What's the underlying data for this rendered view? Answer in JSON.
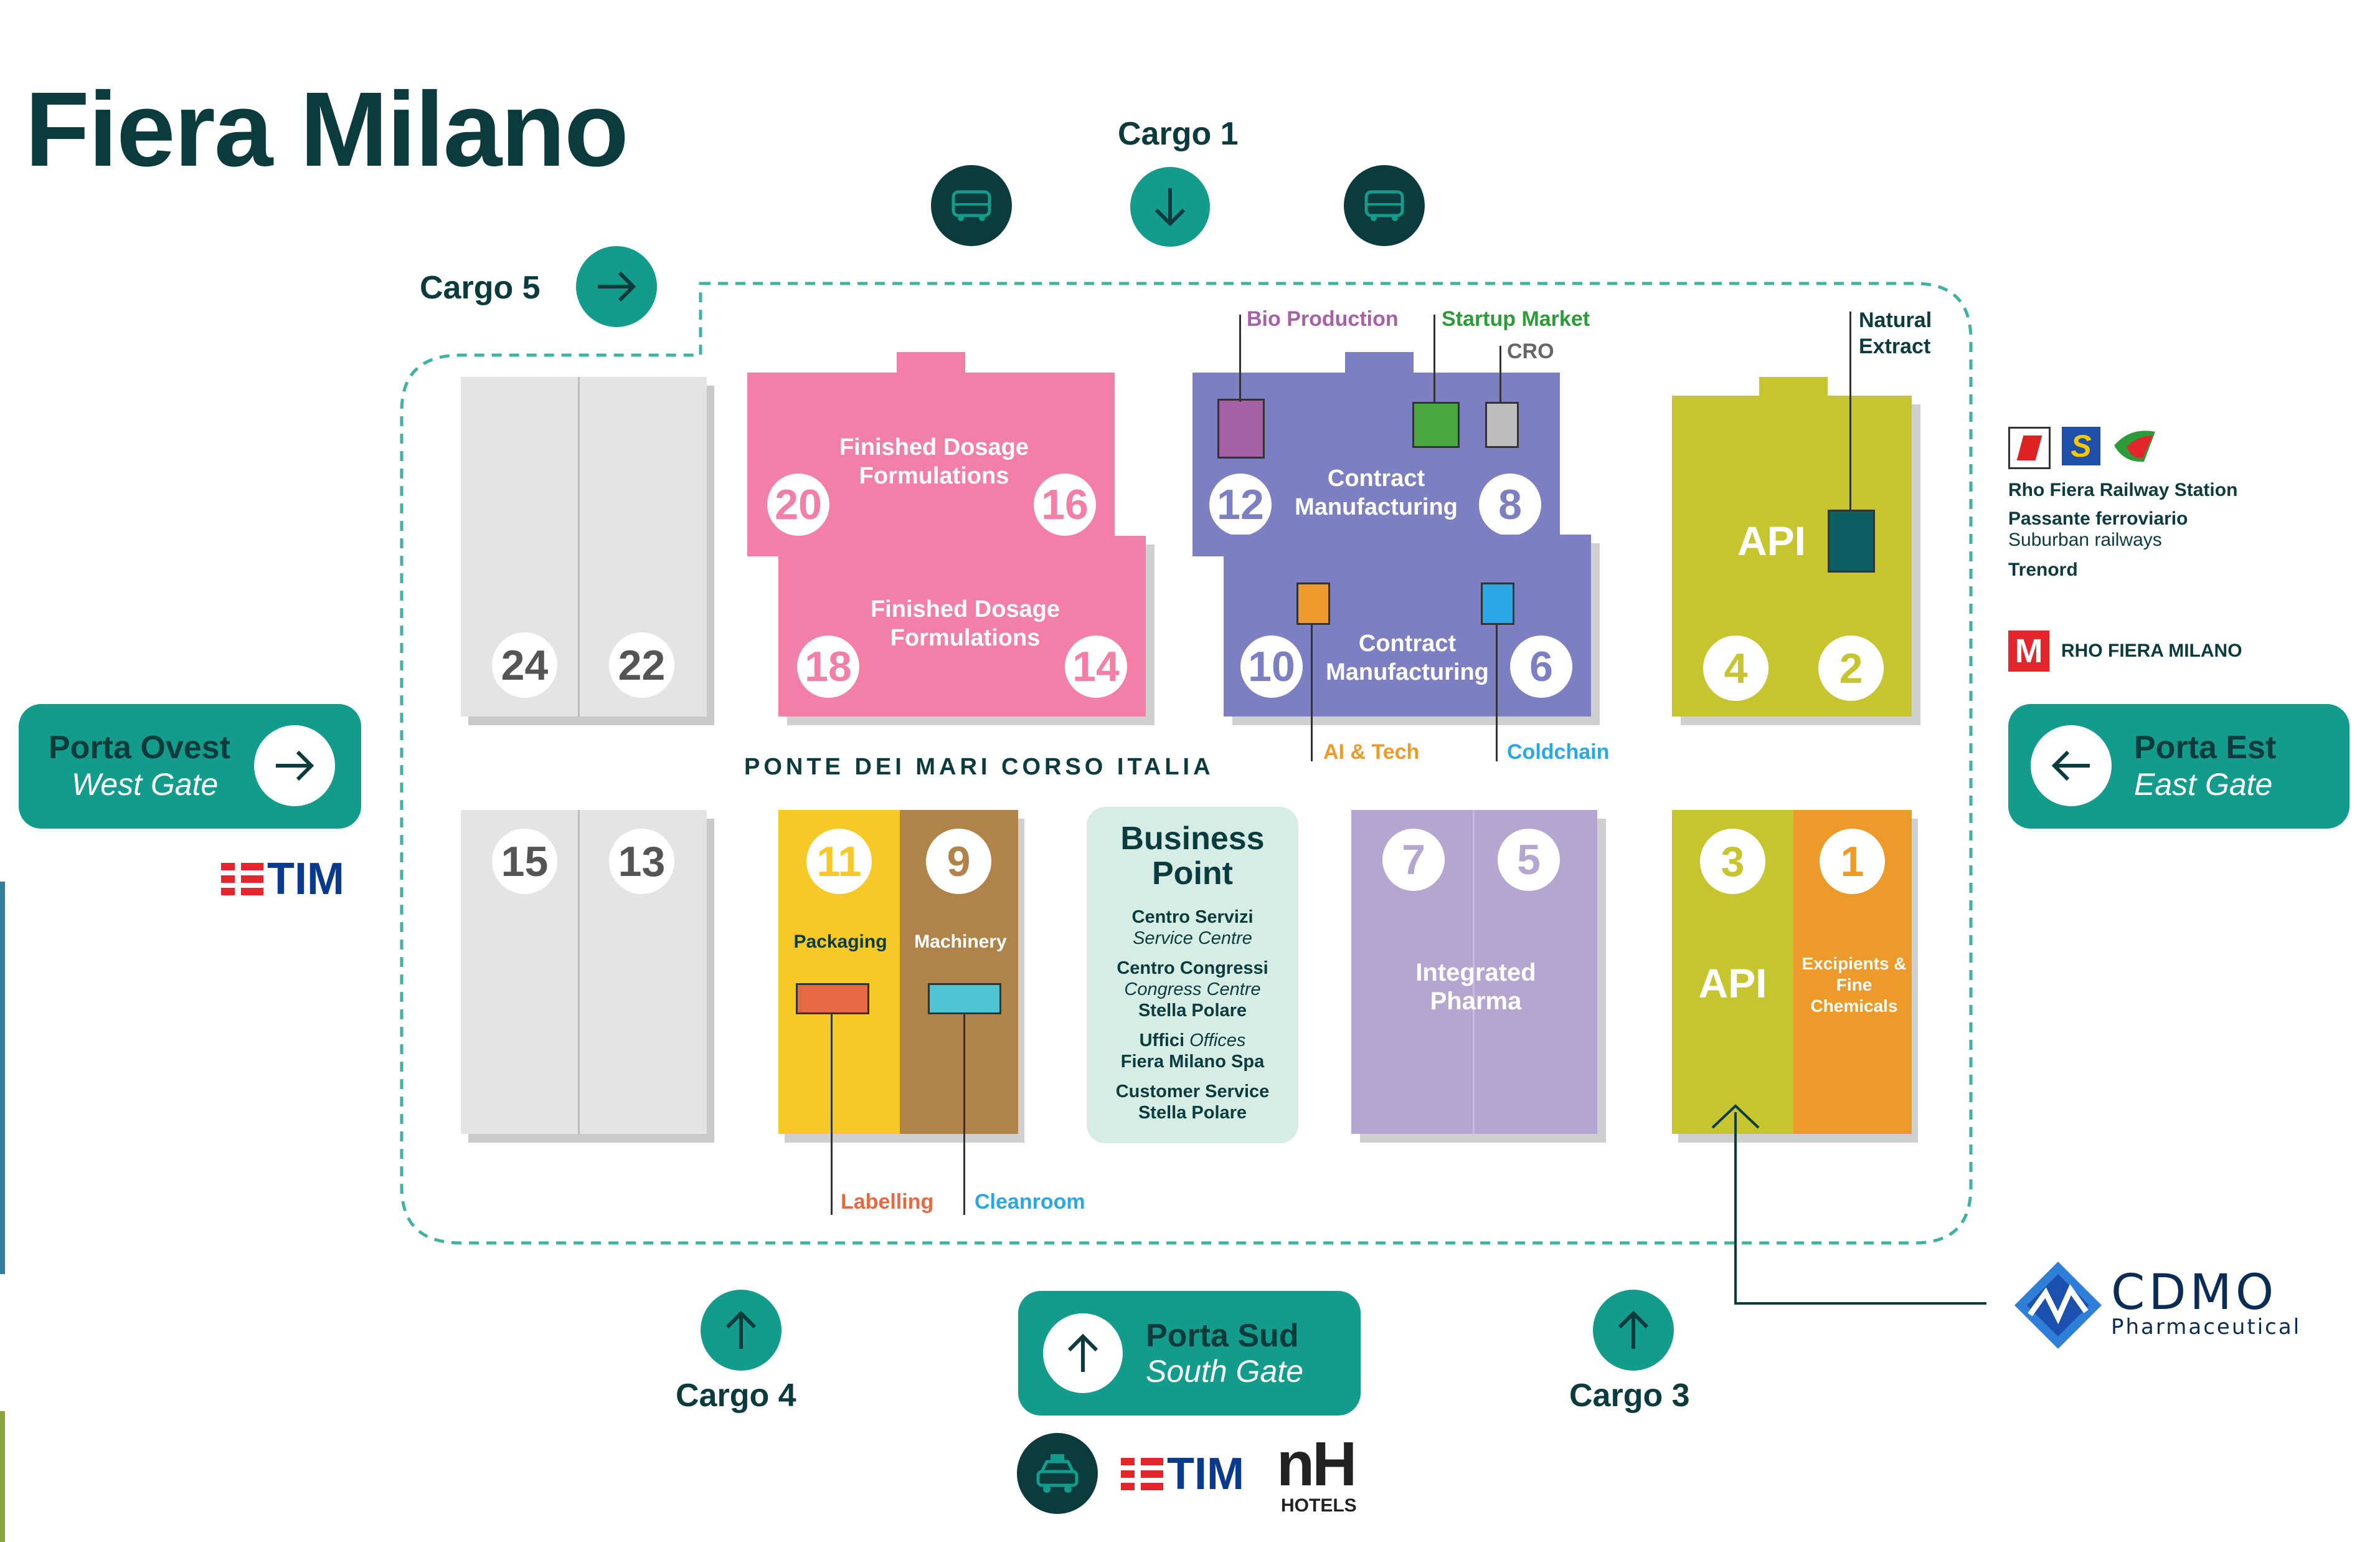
{
  "title": "Fiera Milano",
  "cargo": {
    "c1": "Cargo 1",
    "c3": "Cargo 3",
    "c4": "Cargo 4",
    "c5": "Cargo 5"
  },
  "halls": {
    "h24": "24",
    "h22": "22",
    "h15": "15",
    "h13": "13",
    "h20": "20",
    "h16": "16",
    "h18": "18",
    "h14": "14",
    "h12": "12",
    "h8": "8",
    "h10": "10",
    "h6": "6",
    "h4": "4",
    "h2": "2",
    "h3": "3",
    "h1": "1",
    "h11": "11",
    "h9": "9",
    "h7": "7",
    "h5": "5"
  },
  "labels": {
    "fdf": "Finished Dosage Formulations",
    "cm": "Contract Manufacturing",
    "api": "API",
    "packaging": "Packaging",
    "machinery": "Machinery",
    "integrated": "Integrated Pharma",
    "excipients": "Excipients & Fine Chemicals",
    "bio": "Bio Production",
    "startup": "Startup Market",
    "cro": "CRO",
    "natural": "Natural Extract",
    "ai": "AI & Tech",
    "cold": "Coldchain",
    "labelling": "Labelling",
    "cleanroom": "Cleanroom",
    "ponte": "PONTE DEI MARI CORSO ITALIA"
  },
  "business": {
    "title": "Business Point",
    "l1a": "Centro Servizi",
    "l1b": "Service Centre",
    "l2a": "Centro Congressi",
    "l2b": "Congress Centre",
    "l2c": "Stella Polare",
    "l3a": "Uffici",
    "l3b": "Offices",
    "l3c": "Fiera Milano Spa",
    "l4a": "Customer Service",
    "l4b": "Stella Polare"
  },
  "gates": {
    "west_l1": "Porta Ovest",
    "west_l2": "West Gate",
    "east_l1": "Porta Est",
    "east_l2": "East Gate",
    "south_l1": "Porta Sud",
    "south_l2": "South Gate"
  },
  "railway": {
    "station": "Rho Fiera Railway Station",
    "passante": "Passante ferroviario",
    "suburban": "Suburban railways",
    "trenord": "Trenord",
    "metro_letter": "M",
    "metro": "RHO FIERA MILANO"
  },
  "brands": {
    "tim": "TIM",
    "nh": "nH",
    "nh_sub": "HOTELS",
    "cdmo": "CDMO",
    "cdmo_sub": "Pharmaceutical"
  },
  "colors": {
    "teal": "#139c8c",
    "dark": "#0b3b3c",
    "pink": "#f37fa8",
    "purple": "#7c7fc2",
    "lilac": "#b4a5d1",
    "lime": "#c7c52f",
    "orange": "#ec9a2a",
    "yellow": "#f6c926",
    "brown": "#b0834a",
    "grey": "#e4e4e4",
    "mint": "#d6ede6"
  }
}
